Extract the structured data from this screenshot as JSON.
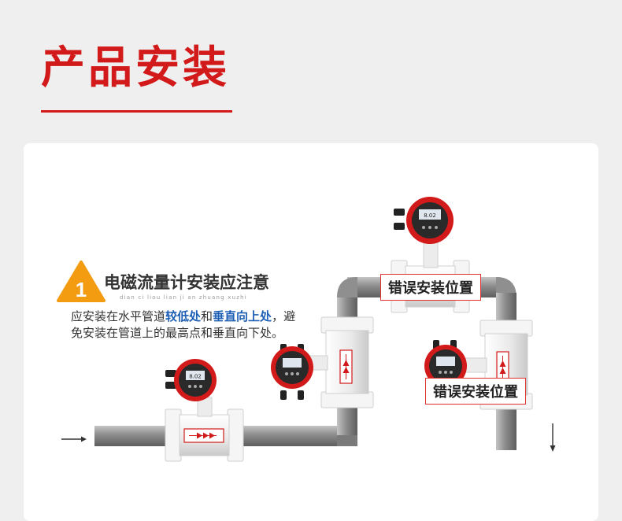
{
  "page_title": "产品安装",
  "notice": {
    "number": "1",
    "title": "电磁流量计安装应注意",
    "pinyin": "dian ci liou lian ji an zhuang xuzhi",
    "desc_1": "应安装在水平管道",
    "desc_hl_1": "较低处",
    "desc_2": "和",
    "desc_hl_2": "垂直向上处",
    "desc_3": "，避免安装在管道上的最高点和垂直向下处。"
  },
  "labels": {
    "wrong_top": "错误安装位置",
    "wrong_right": "错误安装位置"
  },
  "meter_readout": "8.02",
  "colors": {
    "brand_red": "#d21a1a",
    "highlight_blue": "#1d5fb5",
    "warning_orange": "#f39c12",
    "pipe_gray": "#9a9a9a"
  },
  "icons": [
    "warning-triangle-icon",
    "flow-arrow-icon"
  ]
}
